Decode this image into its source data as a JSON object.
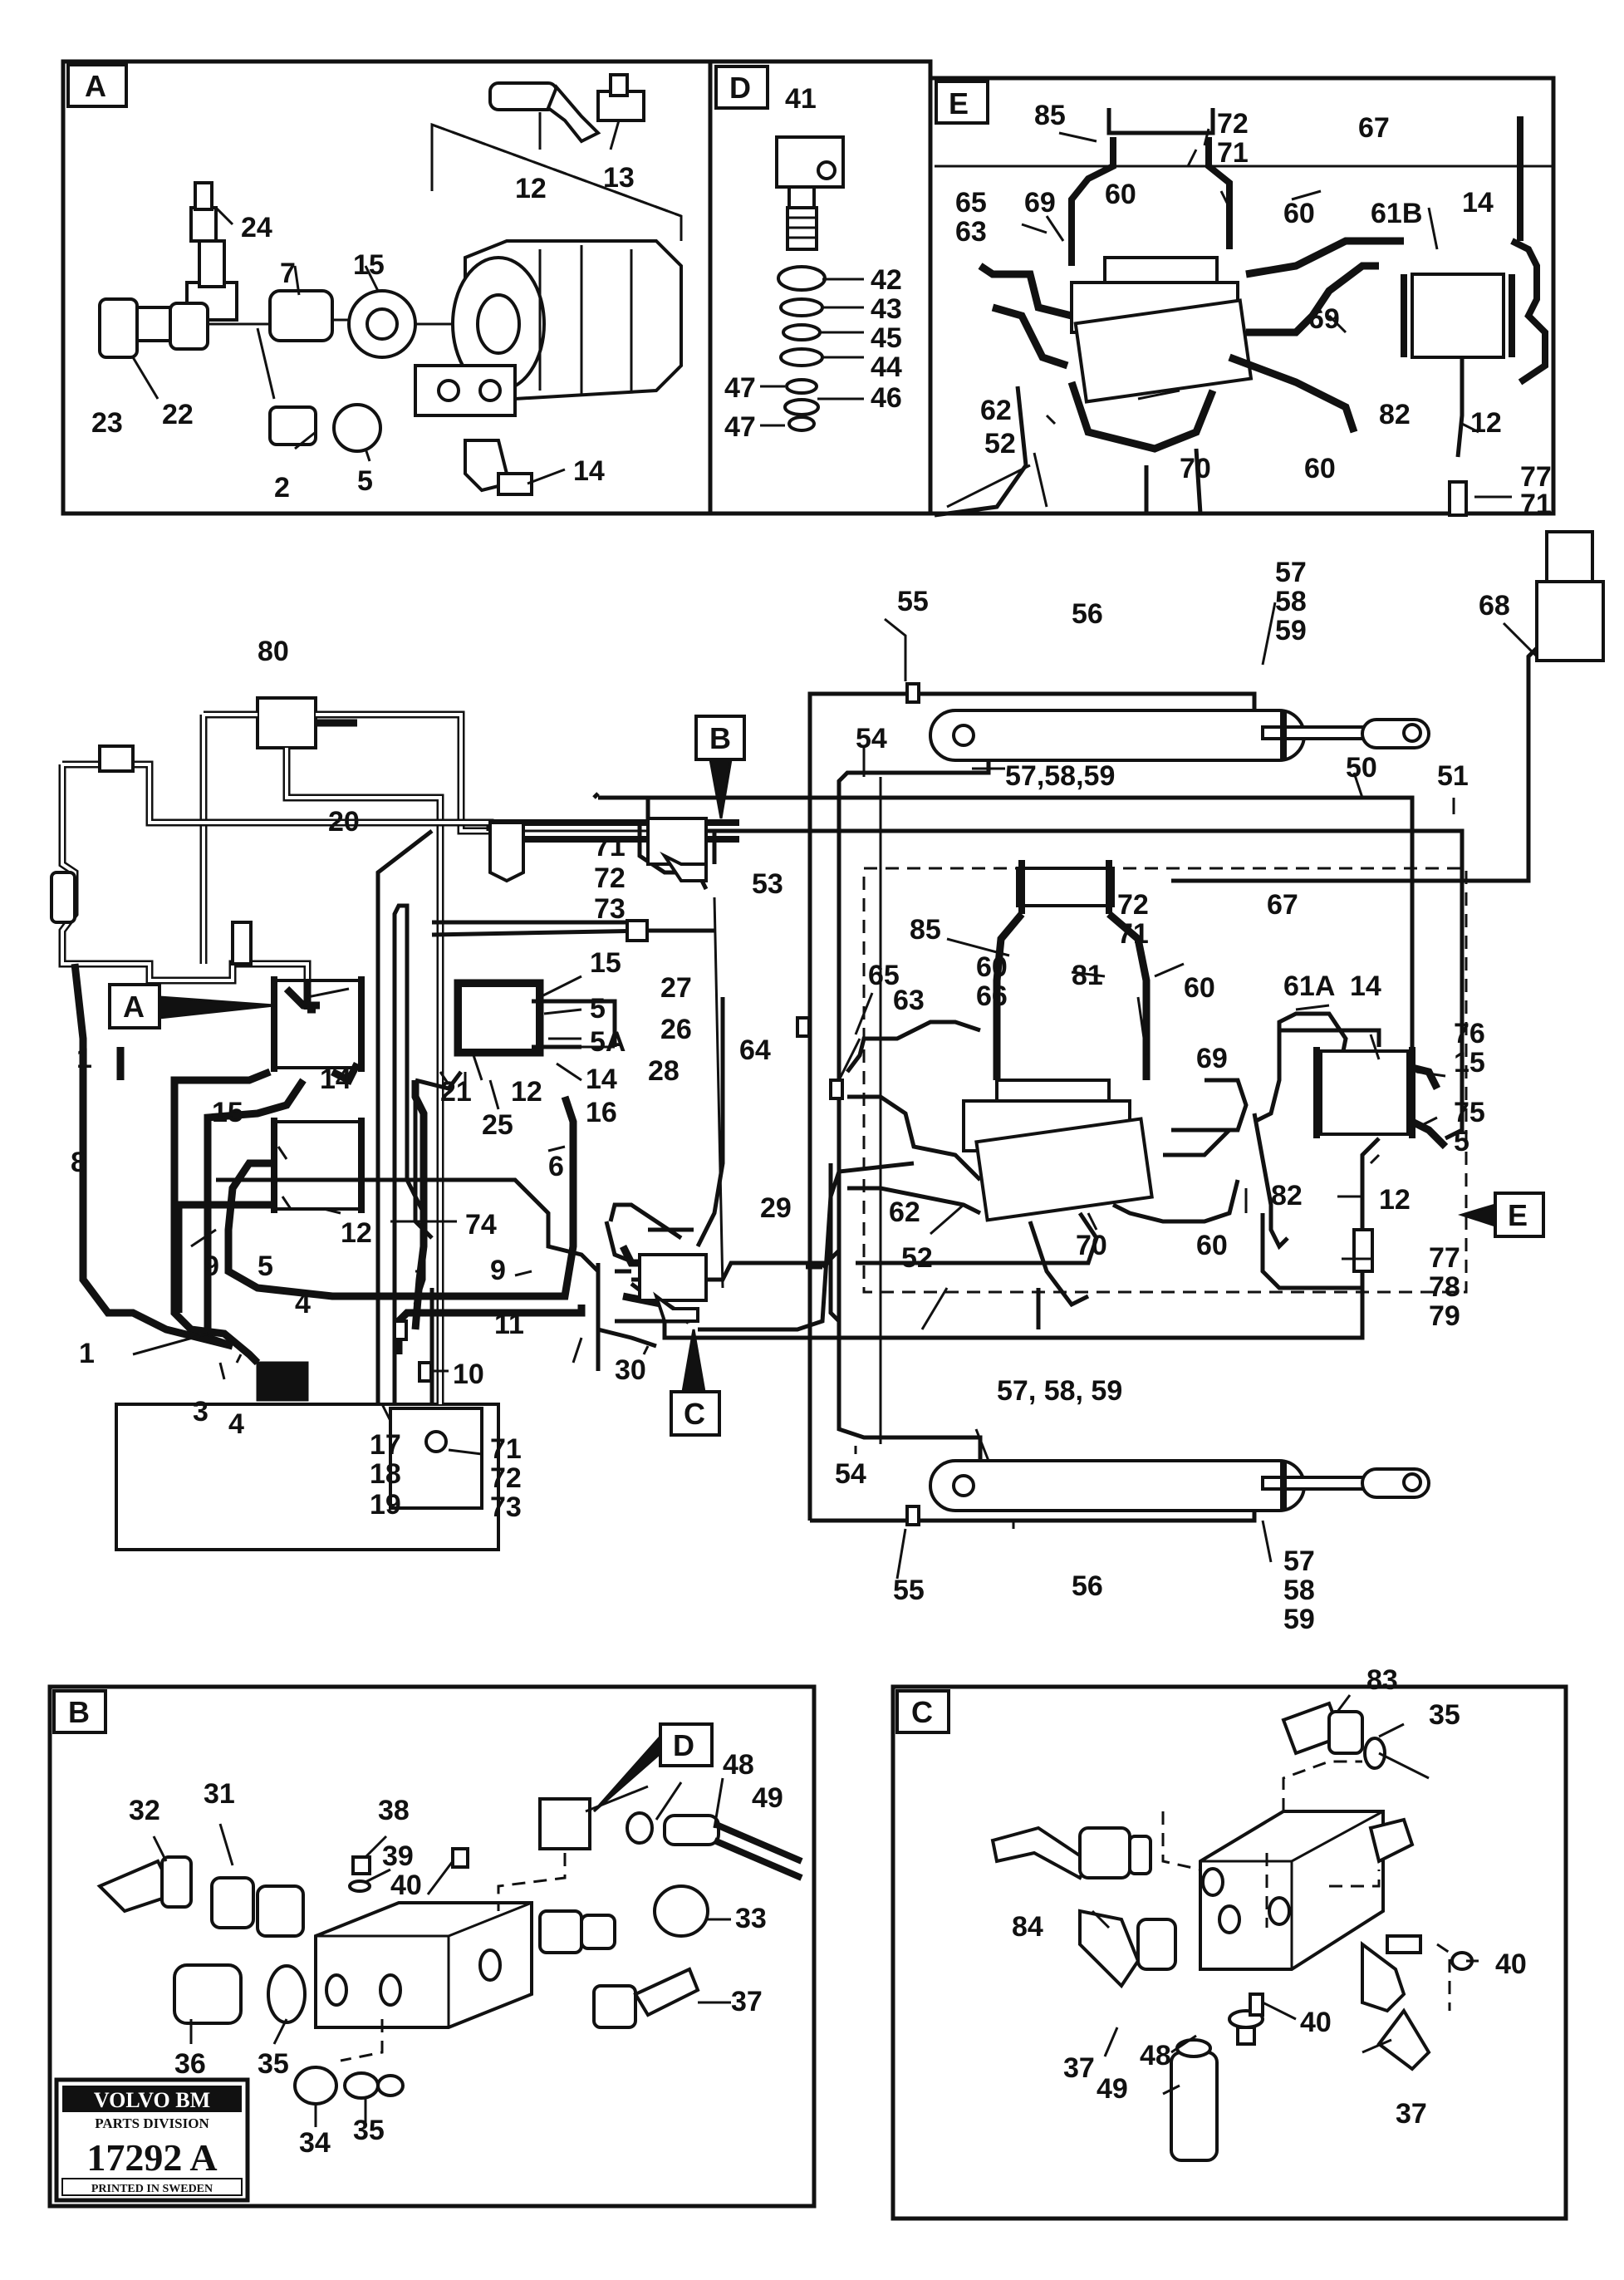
{
  "panels": {
    "A": {
      "tag": "A",
      "labels": [
        "24",
        "7",
        "15",
        "23",
        "22",
        "2",
        "5",
        "14",
        "12",
        "13"
      ]
    },
    "D": {
      "tag": "D",
      "labels": [
        "41",
        "42",
        "43",
        "45",
        "44",
        "47",
        "46",
        "47"
      ]
    },
    "E": {
      "tag": "E",
      "labels": [
        "85",
        "72",
        "71",
        "67",
        "65",
        "63",
        "69",
        "60",
        "60",
        "61B",
        "14",
        "69",
        "62",
        "52",
        "70",
        "60",
        "82",
        "12",
        "77",
        "71"
      ]
    },
    "B": {
      "tag": "B",
      "labels": [
        "32",
        "31",
        "38",
        "39",
        "40",
        "48",
        "49",
        "33",
        "37",
        "36",
        "35",
        "34",
        "35",
        "D"
      ]
    },
    "C": {
      "tag": "C",
      "labels": [
        "83",
        "35",
        "84",
        "37",
        "48",
        "49",
        "40",
        "40",
        "37"
      ]
    }
  },
  "main": {
    "callouts": {
      "A": "A",
      "B": "B",
      "C": "C",
      "E": "E"
    },
    "labels": {
      "n80": "80",
      "n20": "20",
      "n71": "71",
      "n72": "72",
      "n73": "73",
      "n53": "53",
      "n55a": "55",
      "n56a": "56",
      "n57a": "57",
      "n58a": "58",
      "n59a": "59",
      "n68": "68",
      "n54a": "54",
      "n575859a": "57,58,59",
      "n50": "50",
      "n51": "51",
      "n81": "81",
      "n85": "85",
      "n72b": "72",
      "n71b": "71",
      "n67": "67",
      "n60a": "60",
      "n66": "66",
      "n60b": "60",
      "n61A": "61A",
      "n14c": "14",
      "n76": "76",
      "n15c": "15",
      "n65": "65",
      "n63": "63",
      "n64": "64",
      "n69": "69",
      "n75": "75",
      "n5c": "5",
      "n62": "62",
      "n52": "52",
      "n70": "70",
      "n60c": "60",
      "n82": "82",
      "n12c": "12",
      "n77": "77",
      "n78": "78",
      "n79": "79",
      "n15a": "15",
      "n5a": "5",
      "n5A": "5A",
      "n27": "27",
      "n26": "26",
      "n28": "28",
      "n14a": "14",
      "n16": "16",
      "n21": "21",
      "n12a": "12",
      "n25": "25",
      "n6": "6",
      "n1a": "1",
      "n8": "8",
      "n14b": "14",
      "n15b": "15",
      "n12b": "12",
      "n9a": "9",
      "n5b": "5",
      "n74": "74",
      "n9b": "9",
      "n29": "29",
      "n11": "11",
      "n1b": "1",
      "n4a": "4",
      "n10": "10",
      "n30": "30",
      "n3": "3",
      "n4b": "4",
      "n17": "17",
      "n18": "18",
      "n19": "19",
      "n71c": "71",
      "n72c": "72",
      "n73c": "73",
      "n575859b": "57, 58, 59",
      "n54b": "54",
      "n55b": "55",
      "n56b": "56",
      "n57b": "57",
      "n58b": "58",
      "n59b": "59"
    }
  },
  "stamp": {
    "brand": "VOLVO BM",
    "division": "PARTS DIVISION",
    "number": "17292 A",
    "printed": "PRINTED IN SWEDEN"
  }
}
